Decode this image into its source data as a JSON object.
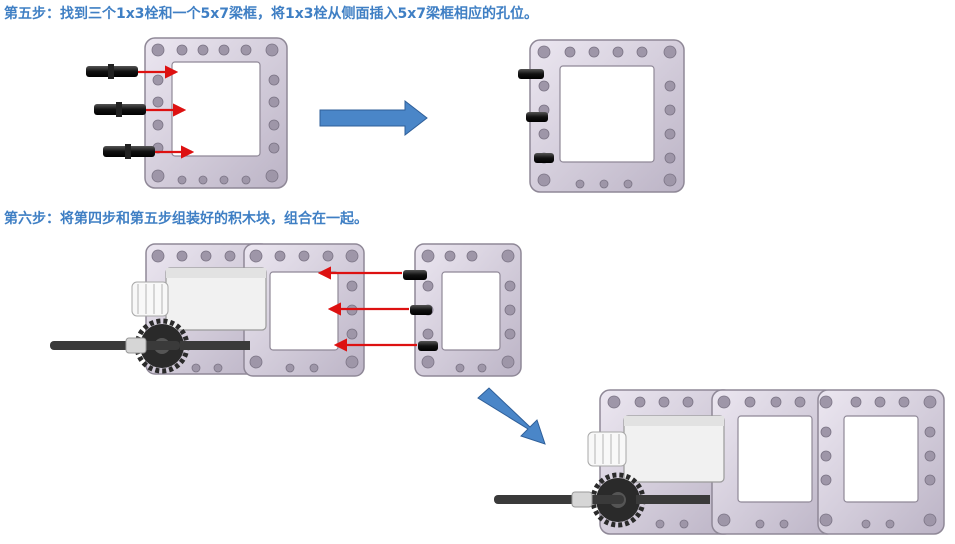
{
  "steps": [
    {
      "title": "第五步：找到三个1x3栓和一个5x7梁框，将1x3栓从侧面插入5x7梁框相应的孔位。"
    },
    {
      "title": "第六步：将第四步和第五步组装好的积木块，组合在一起。"
    }
  ],
  "colors": {
    "title": "#3f7fc4",
    "frame_fill": "#d9d2e2",
    "frame_edge": "#8f8897",
    "pin": "#111111",
    "insert_arrow": "#dd1111",
    "step_arrow": "#4a86c8",
    "motor_body": "#f1f1f1",
    "gear": "#2a2a2a",
    "axle": "#3a3a3a"
  },
  "icons": {
    "step_arrow": "block-arrow-right",
    "diagonal_arrow": "block-arrow-down-right",
    "insert_arrow": "red-dashed-arrow"
  }
}
